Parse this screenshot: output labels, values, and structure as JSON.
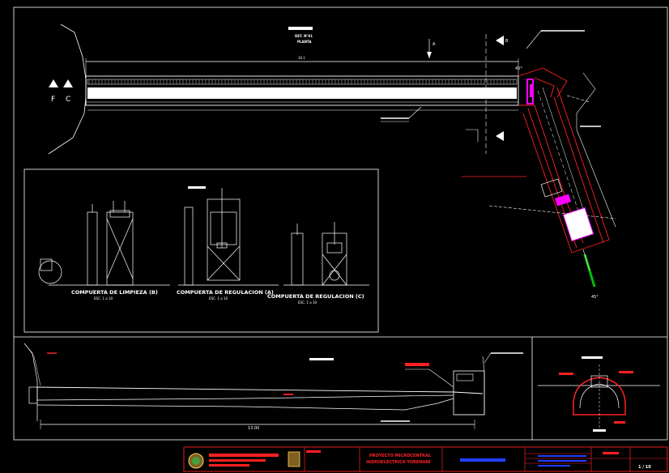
{
  "plan": {
    "title": "DET. N°01",
    "subtitle": "PLANTA",
    "left_marks": [
      "F",
      "C"
    ],
    "length_label": "16.1",
    "section_a": "A",
    "section_b": "B",
    "angle_label": "45°",
    "angle_label_2": "45°"
  },
  "details": {
    "gate1": "COMPUERTA DE LIMPIEZA (B)",
    "gate1_scale": "ESC. 1 a 10",
    "gate2": "COMPUERTA DE REGULACION (A)",
    "gate2_scale": "ESC. 1 a 10",
    "gate3": "COMPUERTA DE REGULACION (C)",
    "gate3_scale": "ESC. 1 a 10"
  },
  "profile": {
    "dimension": "13.00"
  },
  "title_block": {
    "project_line1": "PROYECTO MICROCENTRAL",
    "project_line2": "HIDROELECTRICA YORENANI",
    "sheet": "1 / 10"
  },
  "colors": {
    "background": "#000000",
    "line": "#ffffff",
    "accent": "#ff2020",
    "magenta": "#ff00ff",
    "green": "#00c000",
    "blue": "#2040ff"
  }
}
